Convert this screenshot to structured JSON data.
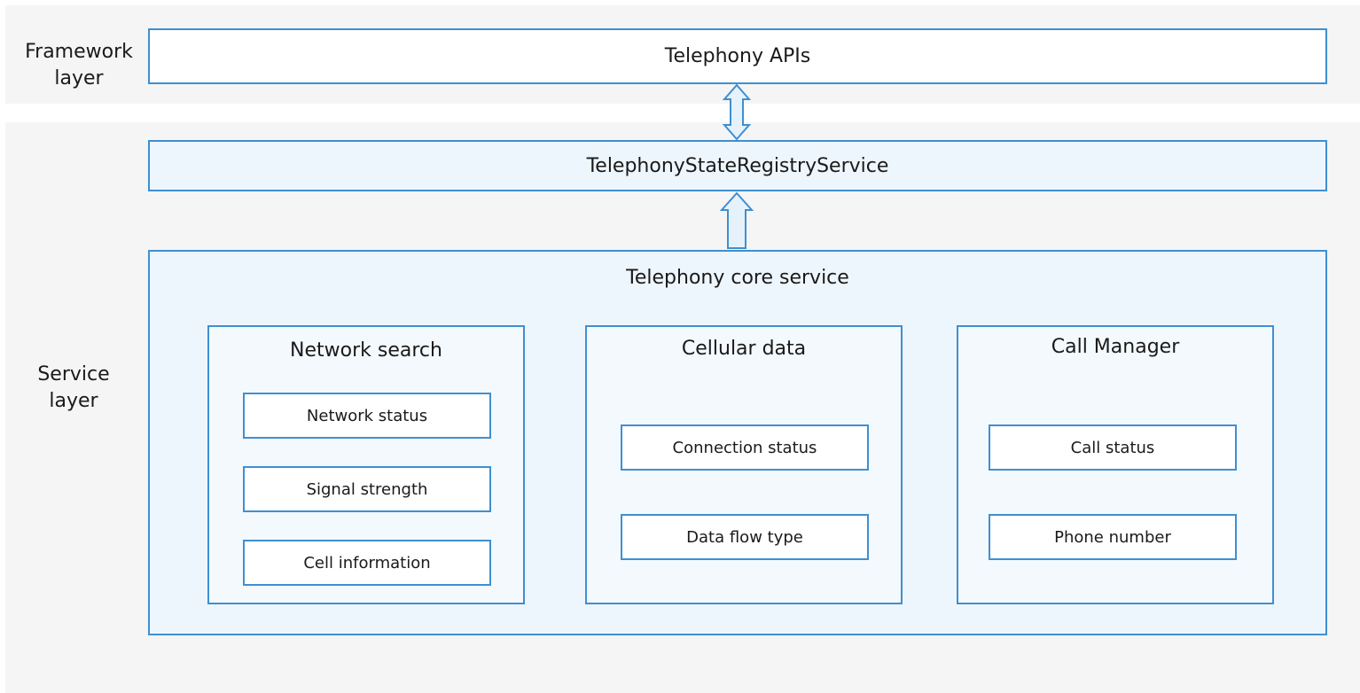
{
  "layers": {
    "framework_label": "Framework\nlayer",
    "service_label": "Service\nlayer"
  },
  "framework": {
    "apis": "Telephony APIs"
  },
  "service": {
    "registry": "TelephonyStateRegistryService",
    "core": {
      "title": "Telephony core service",
      "network_search": {
        "title": "Network search",
        "items": [
          "Network status",
          "Signal strength",
          "Cell information"
        ]
      },
      "cellular_data": {
        "title": "Cellular data",
        "items": [
          "Connection status",
          "Data flow type"
        ]
      },
      "call_manager": {
        "title": "Call Manager",
        "items": [
          "Call status",
          "Phone number"
        ]
      }
    }
  },
  "colors": {
    "border": "#3f8fd1",
    "band_background": "#f5f5f5",
    "box_fill": "#eef6fd",
    "arrow_fill": "#e6f2fb"
  }
}
